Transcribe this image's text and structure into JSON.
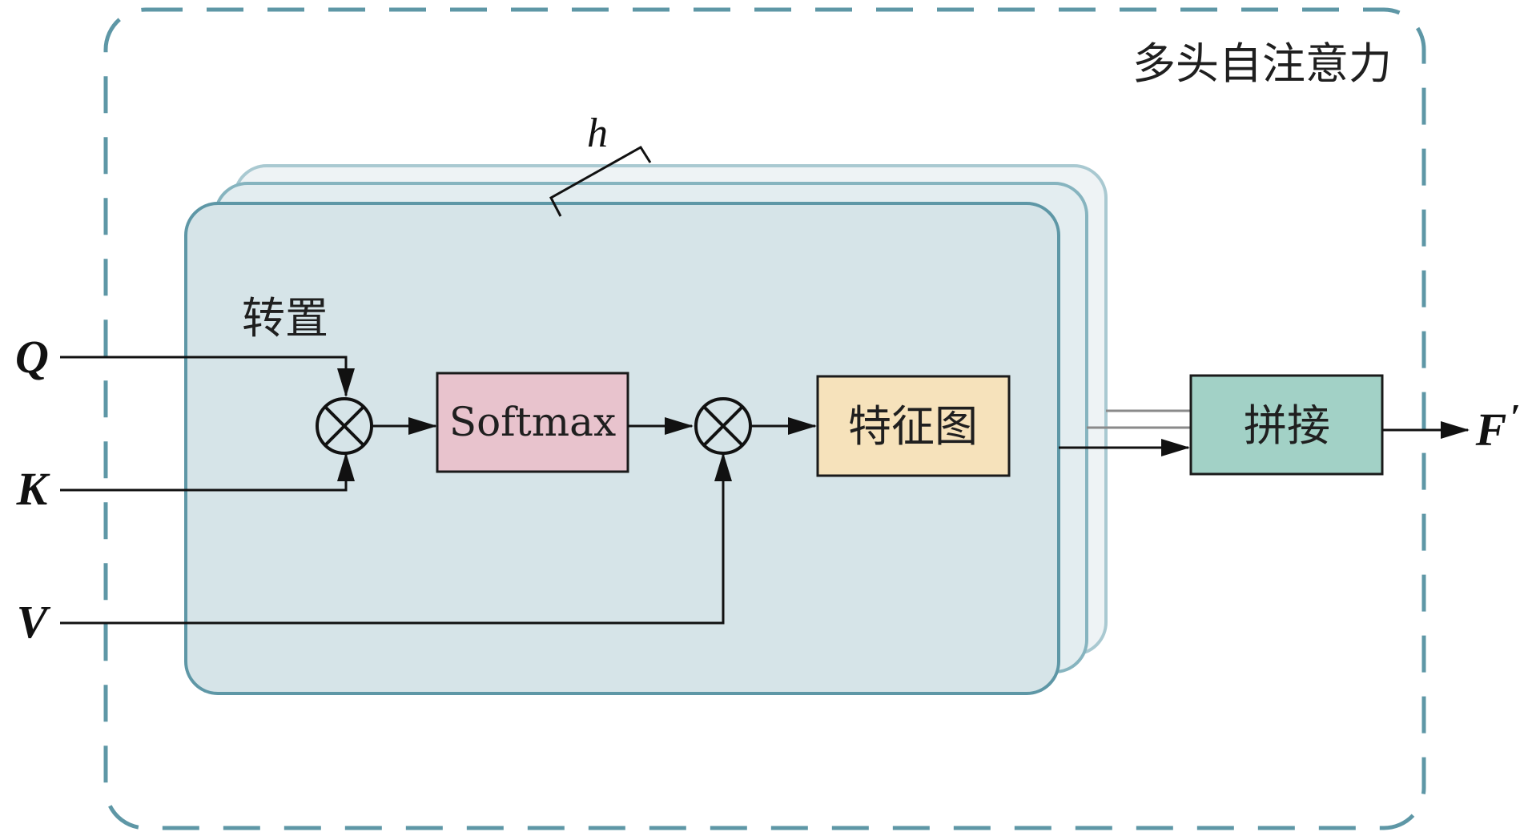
{
  "diagram": {
    "outer_title": "多头自注意力",
    "stack_label": "h",
    "transpose_label": "转置",
    "inputs": {
      "q": "Q",
      "k": "K",
      "v": "V"
    },
    "nodes": {
      "softmax": "Softmax",
      "feature_map": "特征图",
      "concat": "拼接"
    },
    "output": {
      "main": "F",
      "prime": "′"
    },
    "colors": {
      "dashed_border": "#5e97a6",
      "head_fill": "#d6e4e8",
      "head_border": "#5e97a6",
      "softmax_fill": "#e8c3cd",
      "feature_fill": "#f6e2bb",
      "concat_fill": "#a2d1c6"
    }
  }
}
